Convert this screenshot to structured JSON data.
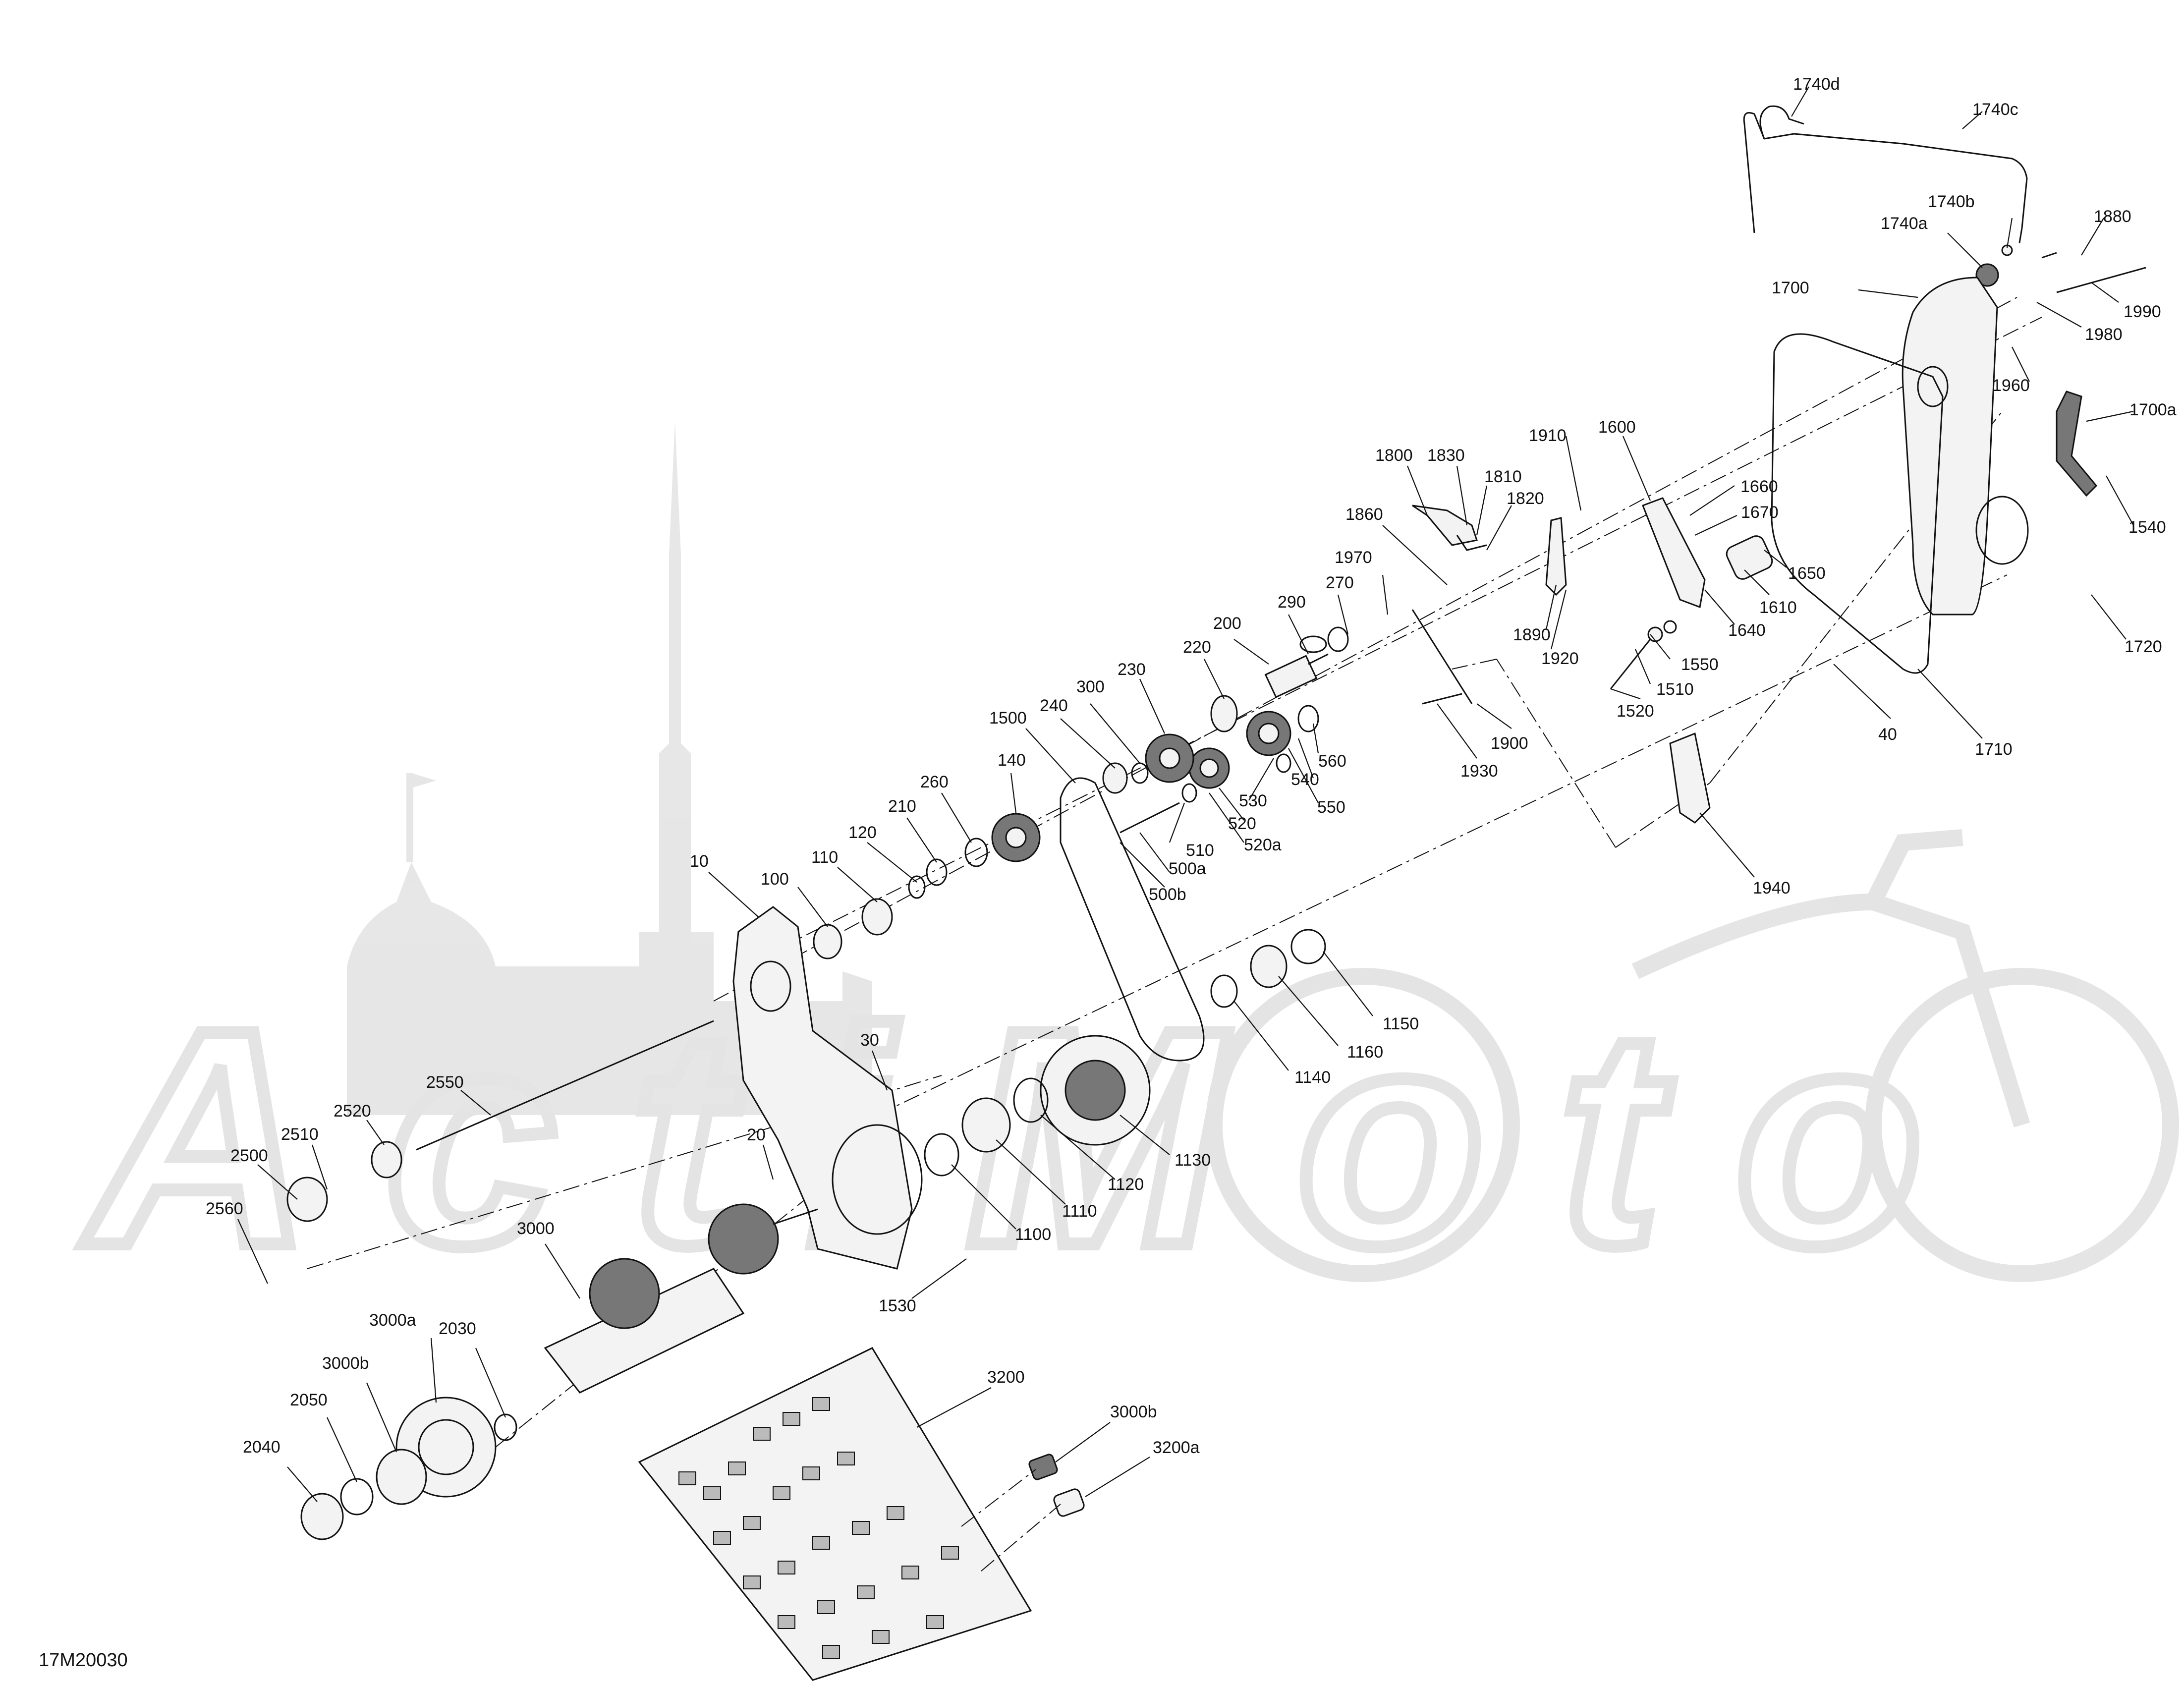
{
  "diagram": {
    "reference_code": "17M20030",
    "watermark_text": "ActiMoto"
  },
  "callouts": [
    {
      "id": "1740d",
      "label": "1740d"
    },
    {
      "id": "1740c",
      "label": "1740c"
    },
    {
      "id": "1740b",
      "label": "1740b"
    },
    {
      "id": "1740a",
      "label": "1740a"
    },
    {
      "id": "1880",
      "label": "1880"
    },
    {
      "id": "1700",
      "label": "1700"
    },
    {
      "id": "1990",
      "label": "1990"
    },
    {
      "id": "1980",
      "label": "1980"
    },
    {
      "id": "1960",
      "label": "1960"
    },
    {
      "id": "1700a",
      "label": "1700a"
    },
    {
      "id": "1540",
      "label": "1540"
    },
    {
      "id": "1720",
      "label": "1720"
    },
    {
      "id": "1710",
      "label": "1710"
    },
    {
      "id": "40",
      "label": "40"
    },
    {
      "id": "1940",
      "label": "1940"
    },
    {
      "id": "1910",
      "label": "1910"
    },
    {
      "id": "1600",
      "label": "1600"
    },
    {
      "id": "1660",
      "label": "1660"
    },
    {
      "id": "1670",
      "label": "1670"
    },
    {
      "id": "1650",
      "label": "1650"
    },
    {
      "id": "1610",
      "label": "1610"
    },
    {
      "id": "1640",
      "label": "1640"
    },
    {
      "id": "1550",
      "label": "1550"
    },
    {
      "id": "1510",
      "label": "1510"
    },
    {
      "id": "1520",
      "label": "1520"
    },
    {
      "id": "1800",
      "label": "1800"
    },
    {
      "id": "1830",
      "label": "1830"
    },
    {
      "id": "1810",
      "label": "1810"
    },
    {
      "id": "1820",
      "label": "1820"
    },
    {
      "id": "1860",
      "label": "1860"
    },
    {
      "id": "1890",
      "label": "1890"
    },
    {
      "id": "1920",
      "label": "1920"
    },
    {
      "id": "1970",
      "label": "1970"
    },
    {
      "id": "1900",
      "label": "1900"
    },
    {
      "id": "1930",
      "label": "1930"
    },
    {
      "id": "270",
      "label": "270"
    },
    {
      "id": "290",
      "label": "290"
    },
    {
      "id": "200",
      "label": "200"
    },
    {
      "id": "560",
      "label": "560"
    },
    {
      "id": "540",
      "label": "540"
    },
    {
      "id": "550",
      "label": "550"
    },
    {
      "id": "530",
      "label": "530"
    },
    {
      "id": "520",
      "label": "520"
    },
    {
      "id": "520a",
      "label": "520a"
    },
    {
      "id": "220",
      "label": "220"
    },
    {
      "id": "230",
      "label": "230"
    },
    {
      "id": "300",
      "label": "300"
    },
    {
      "id": "240",
      "label": "240"
    },
    {
      "id": "1500",
      "label": "1500"
    },
    {
      "id": "510",
      "label": "510"
    },
    {
      "id": "500a",
      "label": "500a"
    },
    {
      "id": "500b",
      "label": "500b"
    },
    {
      "id": "140",
      "label": "140"
    },
    {
      "id": "260",
      "label": "260"
    },
    {
      "id": "210",
      "label": "210"
    },
    {
      "id": "120",
      "label": "120"
    },
    {
      "id": "110",
      "label": "110"
    },
    {
      "id": "100",
      "label": "100"
    },
    {
      "id": "10",
      "label": "10"
    },
    {
      "id": "30",
      "label": "30"
    },
    {
      "id": "20",
      "label": "20"
    },
    {
      "id": "2550",
      "label": "2550"
    },
    {
      "id": "2520",
      "label": "2520"
    },
    {
      "id": "2510",
      "label": "2510"
    },
    {
      "id": "2500",
      "label": "2500"
    },
    {
      "id": "2560",
      "label": "2560"
    },
    {
      "id": "1150",
      "label": "1150"
    },
    {
      "id": "1160",
      "label": "1160"
    },
    {
      "id": "1140",
      "label": "1140"
    },
    {
      "id": "1130",
      "label": "1130"
    },
    {
      "id": "1120",
      "label": "1120"
    },
    {
      "id": "1110",
      "label": "1110"
    },
    {
      "id": "1100",
      "label": "1100"
    },
    {
      "id": "1530",
      "label": "1530"
    },
    {
      "id": "3000",
      "label": "3000"
    },
    {
      "id": "3000a",
      "label": "3000a"
    },
    {
      "id": "2030",
      "label": "2030"
    },
    {
      "id": "3000b-left",
      "label": "3000b"
    },
    {
      "id": "2050",
      "label": "2050"
    },
    {
      "id": "2040",
      "label": "2040"
    },
    {
      "id": "3200",
      "label": "3200"
    },
    {
      "id": "3000b-right",
      "label": "3000b"
    },
    {
      "id": "3200a",
      "label": "3200a"
    }
  ]
}
